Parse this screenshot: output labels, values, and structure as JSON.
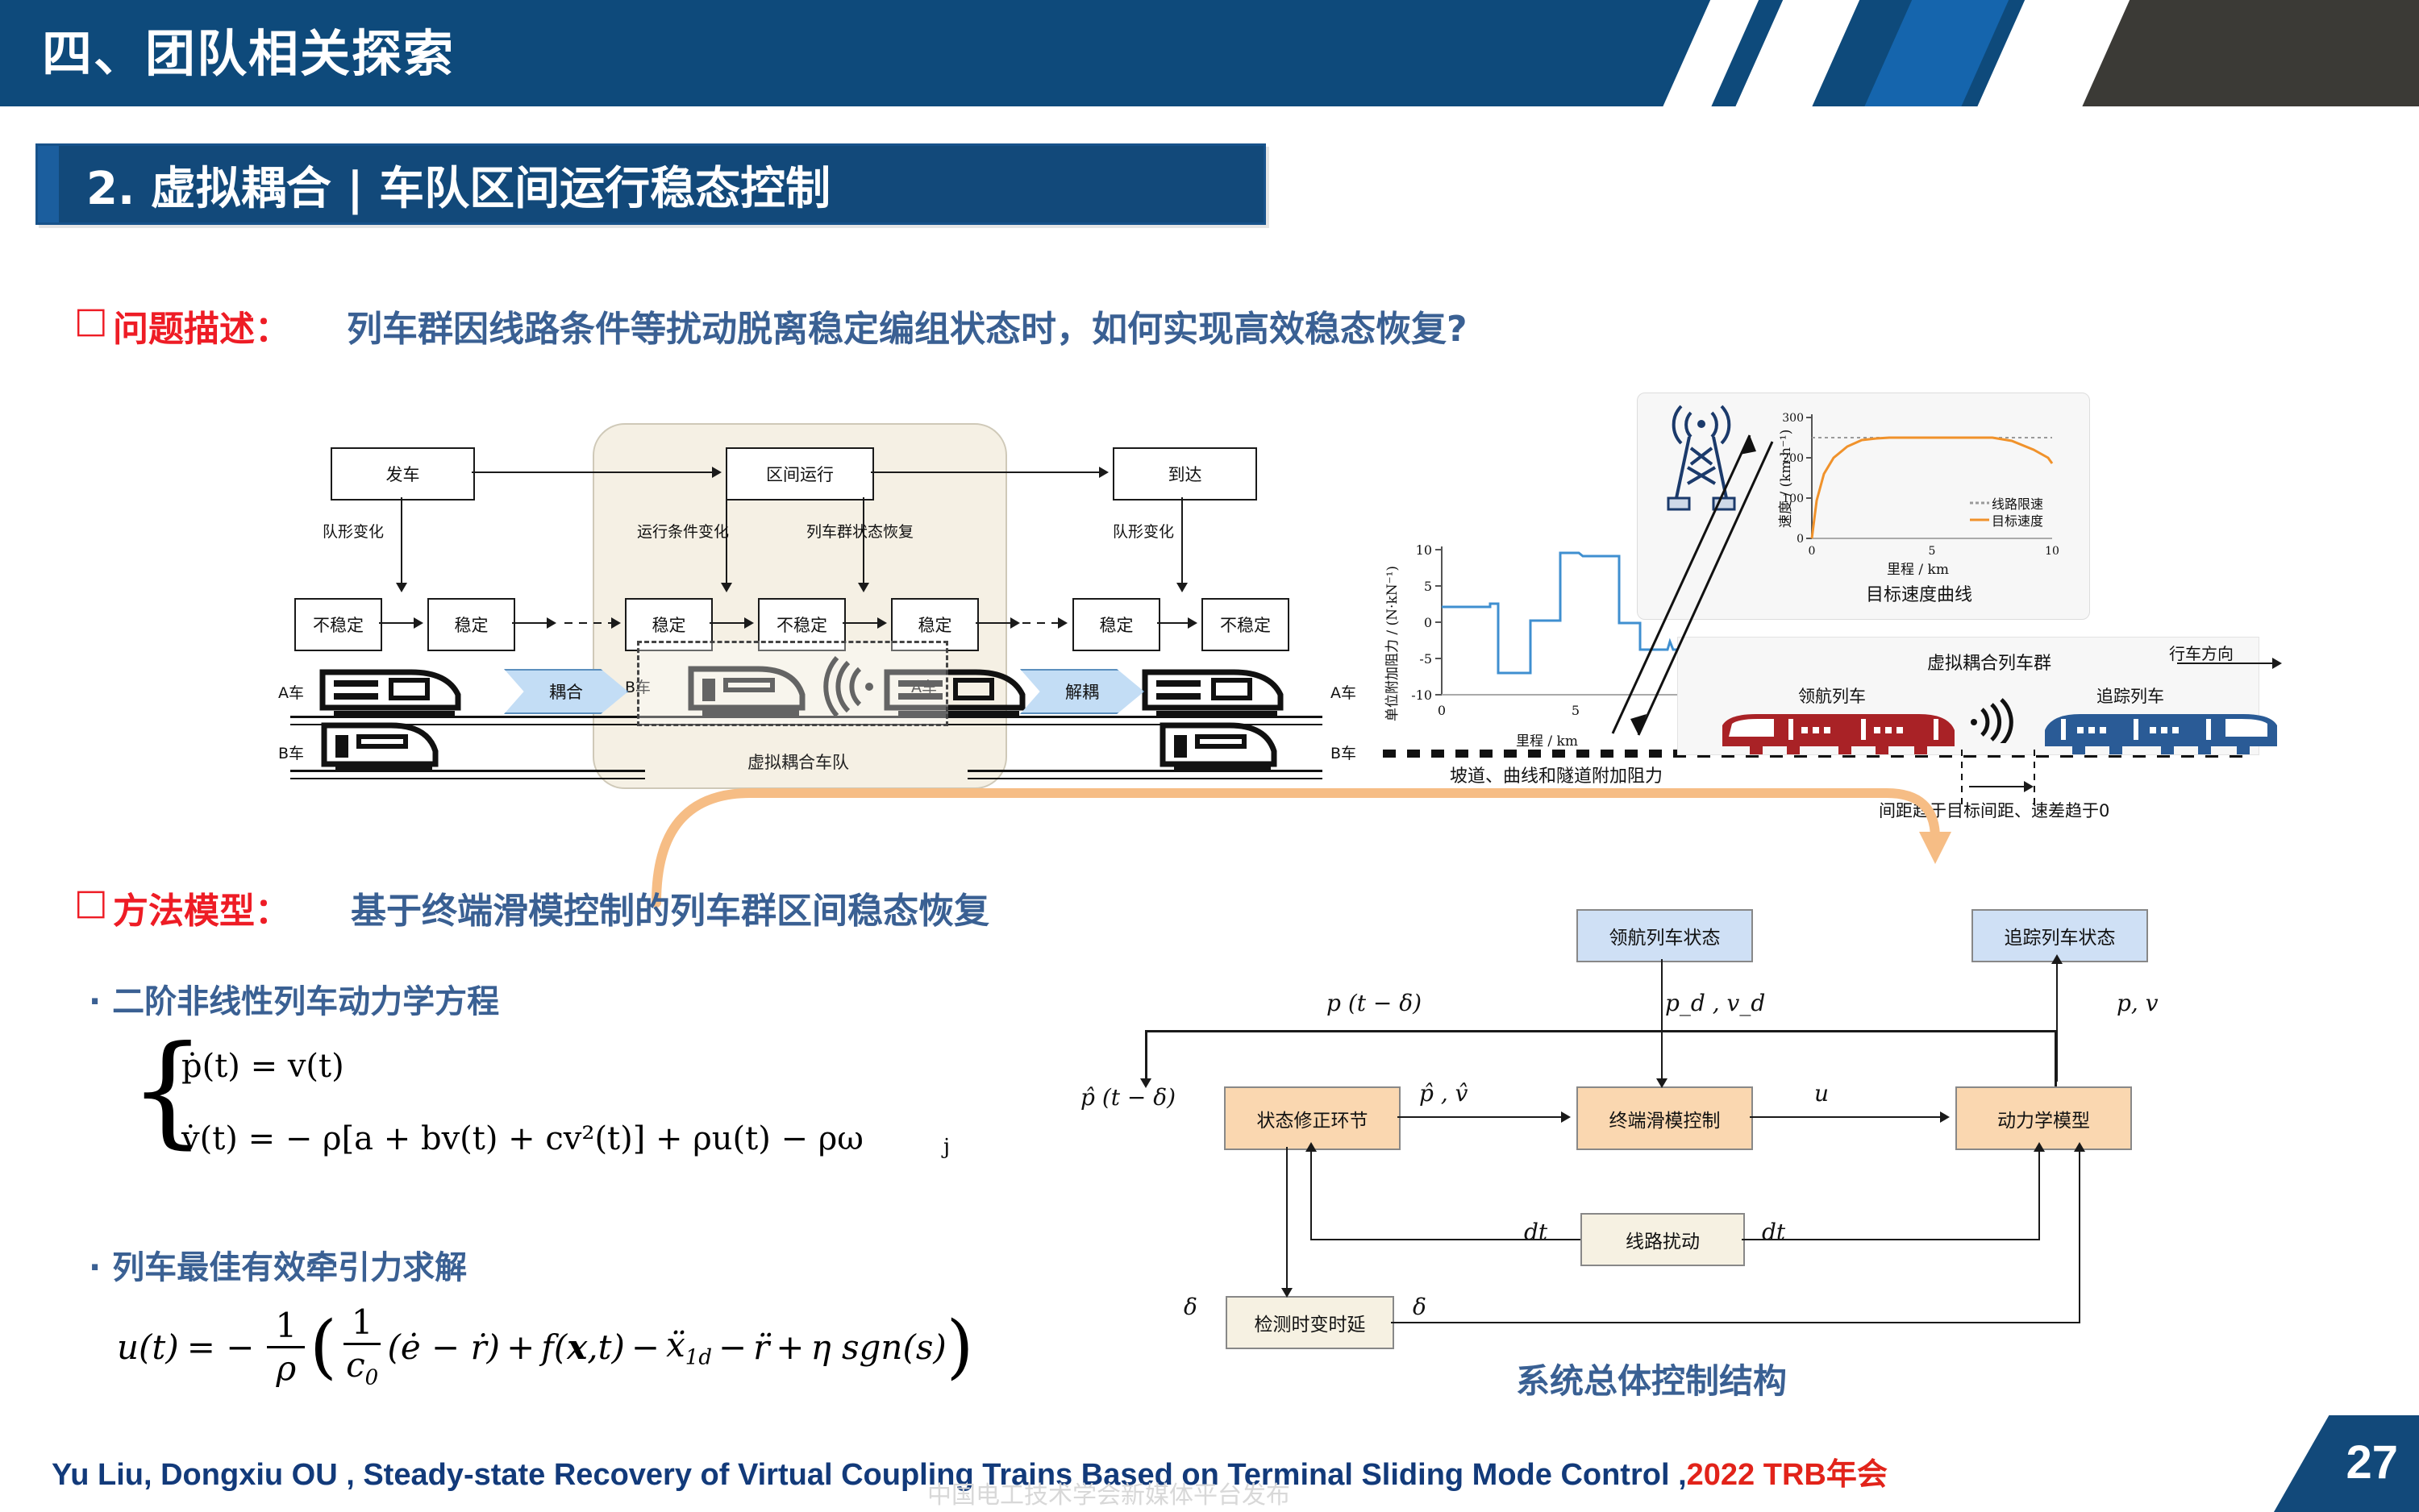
{
  "header": {
    "title": "四、团队相关探索"
  },
  "subtitle": {
    "text": "2. 虚拟耦合 | 车队区间运行稳态控制"
  },
  "problem": {
    "marker": "□",
    "label": "问题描述：",
    "body": "列车群因线路条件等扰动脱离稳定编组状态时，如何实现高效稳态恢复?"
  },
  "method": {
    "marker": "□",
    "label": "方法模型：",
    "body": "基于终端滑模控制的列车群区间稳态恢复",
    "bullet1": "· 二阶非线性列车动力学方程",
    "bullet2": "· 列车最佳有效牵引力求解"
  },
  "flow": {
    "depart": "发车",
    "section_run": "区间运行",
    "arrive": "到达",
    "unstable": "不稳定",
    "stable": "稳定",
    "formation_change_1": "队形变化",
    "formation_change_2": "队形变化",
    "condition_change": "运行条件变化",
    "state_recovery": "列车群状态恢复",
    "region_label": "虚拟耦合车队",
    "train_a": "A车",
    "train_b": "B车",
    "couple": "耦合",
    "decouple": "解耦"
  },
  "resistance_chart": {
    "caption": "坡道、曲线和隧道附加阻力",
    "chart_data": {
      "type": "line",
      "title": "",
      "xlabel": "里程 / km",
      "ylabel": "单位附加阻力 / (N·kN⁻¹)",
      "xlim": [
        0,
        10
      ],
      "ylim": [
        -10,
        10
      ],
      "xticks": [
        0,
        5,
        10
      ],
      "yticks": [
        -10,
        -5,
        0,
        5,
        10
      ],
      "grid": false,
      "series": [
        {
          "name": "附加阻力",
          "color": "#3f8fd0",
          "x": [
            0,
            1.8,
            1.8,
            2.1,
            2.1,
            3.3,
            3.3,
            4.4,
            4.4,
            5.1,
            5.3,
            6.6,
            6.6,
            7.4,
            7.4,
            8.4,
            8.5,
            8.7,
            8.8,
            10
          ],
          "y": [
            2.1,
            2.1,
            2.5,
            2.5,
            -7.0,
            -7.2,
            0.2,
            0.4,
            9.6,
            9.6,
            9.4,
            9.2,
            -0.1,
            -0.1,
            -3.8,
            -3.4,
            -3.4,
            -2.6,
            -3.3,
            -3.3
          ]
        }
      ]
    }
  },
  "speed_chart": {
    "caption": "目标速度曲线",
    "chart_data": {
      "type": "line",
      "title": "",
      "xlabel": "里程 / km",
      "ylabel": "速度 / (km·h⁻¹)",
      "xlim": [
        0,
        10
      ],
      "ylim": [
        0,
        300
      ],
      "xticks": [
        0,
        5,
        10
      ],
      "yticks": [
        0,
        100,
        200,
        300
      ],
      "grid": false,
      "legend_position": "bottom-right",
      "series": [
        {
          "name": "线路限速",
          "color": "#9a9a9a",
          "style": "dashed",
          "x": [
            0,
            10
          ],
          "y": [
            250,
            250
          ]
        },
        {
          "name": "目标速度",
          "color": "#f0922b",
          "style": "solid",
          "x": [
            0,
            0.2,
            0.5,
            0.9,
            1.4,
            2.0,
            2.6,
            3.2,
            7.5,
            8.3,
            9.1,
            9.7,
            10
          ],
          "y": [
            0,
            95,
            160,
            200,
            228,
            243,
            249,
            250,
            250,
            243,
            220,
            190,
            175
          ]
        }
      ]
    }
  },
  "vc_group": {
    "title": "虚拟耦合列车群",
    "lead_train": "领航列车",
    "follow_train": "追踪列车",
    "direction": "行车方向",
    "caption": "间距趋于目标间距、速差趋于0"
  },
  "equations": {
    "dyn_line1": "ṗ(t) = v(t)",
    "dyn_line2": "v̇(t) = − ρ[a + bv(t) + cv²(t)] + ρu(t) − ρω",
    "dyn_line2_sub": "j",
    "control": "u(t) = −  1/ρ ( 1/c₀ (ė − ṙ) + f(x,t) − ẍ₁d − r̈ + η sgn(s) )"
  },
  "block_diagram": {
    "caption": "系统总体控制结构",
    "lead_state": "领航列车状态",
    "follow_state": "追踪列车状态",
    "state_correction": "状态修正环节",
    "terminal_smc": "终端滑模控制",
    "dynamics_model": "动力学模型",
    "line_disturbance": "线路扰动",
    "delay_detection": "检测时变时延",
    "sig_p_delay": "p (t − δ)",
    "sig_phat_delay": "p̂ (t − δ)",
    "sig_pd_vd": "p_d , v_d",
    "sig_phat_vhat": "p̂ , v̂",
    "sig_u": "u",
    "sig_pv": "p, v",
    "sig_dt_left": "dt",
    "sig_dt_right": "dt",
    "sig_delta_left": "δ",
    "sig_delta_right": "δ"
  },
  "footer": {
    "citation_main": "Yu Liu, Dongxiu OU , Steady-state Recovery of Virtual Coupling Trains Based on Terminal Sliding Mode Control ,",
    "citation_red": "2022 TRB年会",
    "page": "27",
    "watermark": "中国电工技术学会新媒体平台发布"
  },
  "colors": {
    "header_blue": "#0e4a7b",
    "accent_red": "#ee1c25",
    "text_blue": "#3a6093",
    "orange": "#f0922b",
    "chart_blue": "#3f8fd0"
  }
}
